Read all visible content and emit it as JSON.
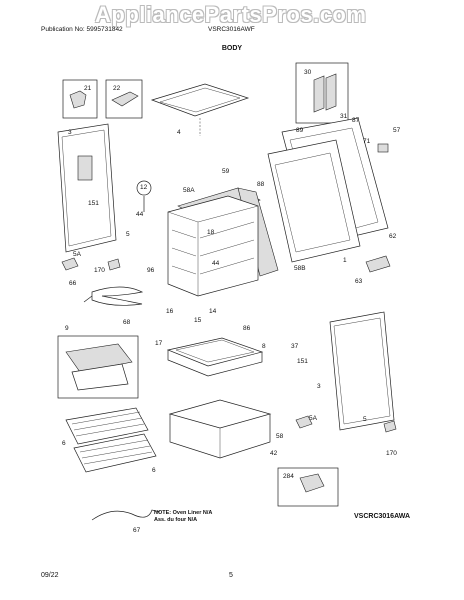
{
  "header": {
    "watermark": "AppliancePartsPros.com",
    "publication": "Publication No: 5995731842",
    "model": "VSRC3016AWF",
    "section_title": "BODY"
  },
  "callouts": {
    "c21": "21",
    "c22": "22",
    "c3a": "3",
    "c4": "4",
    "c30": "30",
    "c31": "31",
    "c87": "87",
    "c57": "57",
    "c89": "89",
    "c71": "71",
    "c59": "59",
    "c12": "12",
    "c58a": "58A",
    "c88": "88",
    "c151a": "151",
    "c44a": "44",
    "c5a": "5",
    "c18": "18",
    "c44b": "44",
    "c62": "62",
    "c5aa": "5A",
    "c170a": "170",
    "c96": "96",
    "c1": "1",
    "c58b": "58B",
    "c63": "63",
    "c66": "66",
    "c14": "14",
    "c16": "16",
    "c15": "15",
    "c68": "68",
    "c17": "17",
    "c86": "86",
    "c9": "9",
    "c8": "8",
    "c37": "37",
    "c151b": "151",
    "c3b": "3",
    "c5ab": "5A",
    "c5b": "5",
    "c58": "58",
    "c6a": "6",
    "c42": "42",
    "c6b": "6",
    "c170b": "170",
    "c284": "284",
    "c67": "67"
  },
  "note": {
    "line1": "NOTE: Oven Liner N/A",
    "line2": "Ass. du four N/A"
  },
  "diagram_code": "VSCRC3016AWA",
  "footer": {
    "date": "09/22",
    "page": "5"
  }
}
